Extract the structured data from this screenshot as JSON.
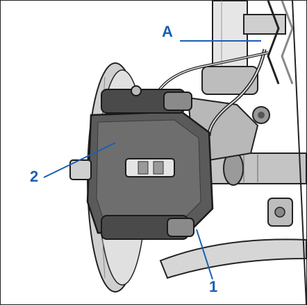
{
  "callouts": {
    "a": {
      "label": "A"
    },
    "one": {
      "label": "1"
    },
    "two": {
      "label": "2"
    }
  },
  "colors": {
    "callout": "#1a5fb4",
    "caliper": "#5a5a5a",
    "caliper_dark": "#3a3a3a",
    "metal_light": "#d8d8d8",
    "metal_mid": "#a8a8a8",
    "outline": "#222222"
  }
}
